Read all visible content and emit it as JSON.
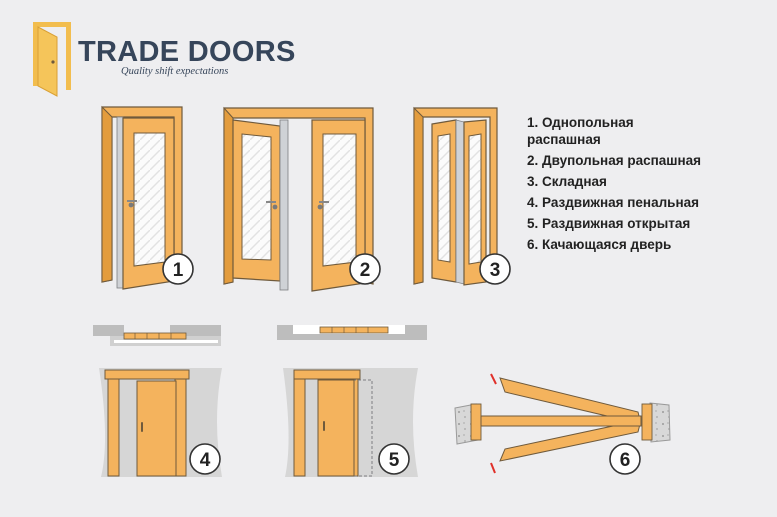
{
  "brand": {
    "name": "TRADE DOORS",
    "tagline": "Quality shift expectations"
  },
  "legend": [
    "1. Однопольная распашная",
    "2. Двупольная распашная",
    "3. Складная",
    "4. Раздвижная пенальная",
    "5. Раздвижная открытая",
    "6. Качающаяся дверь"
  ],
  "badges": [
    "1",
    "2",
    "3",
    "4",
    "5",
    "6"
  ],
  "colors": {
    "wood": "#f4b35d",
    "wood_shadow": "#d9902f",
    "outline": "#6f5a3c",
    "wall": "#d9d9d9",
    "wall_dark": "#b9b9b9",
    "brand": "#36455a",
    "marker": "#e0302a"
  }
}
